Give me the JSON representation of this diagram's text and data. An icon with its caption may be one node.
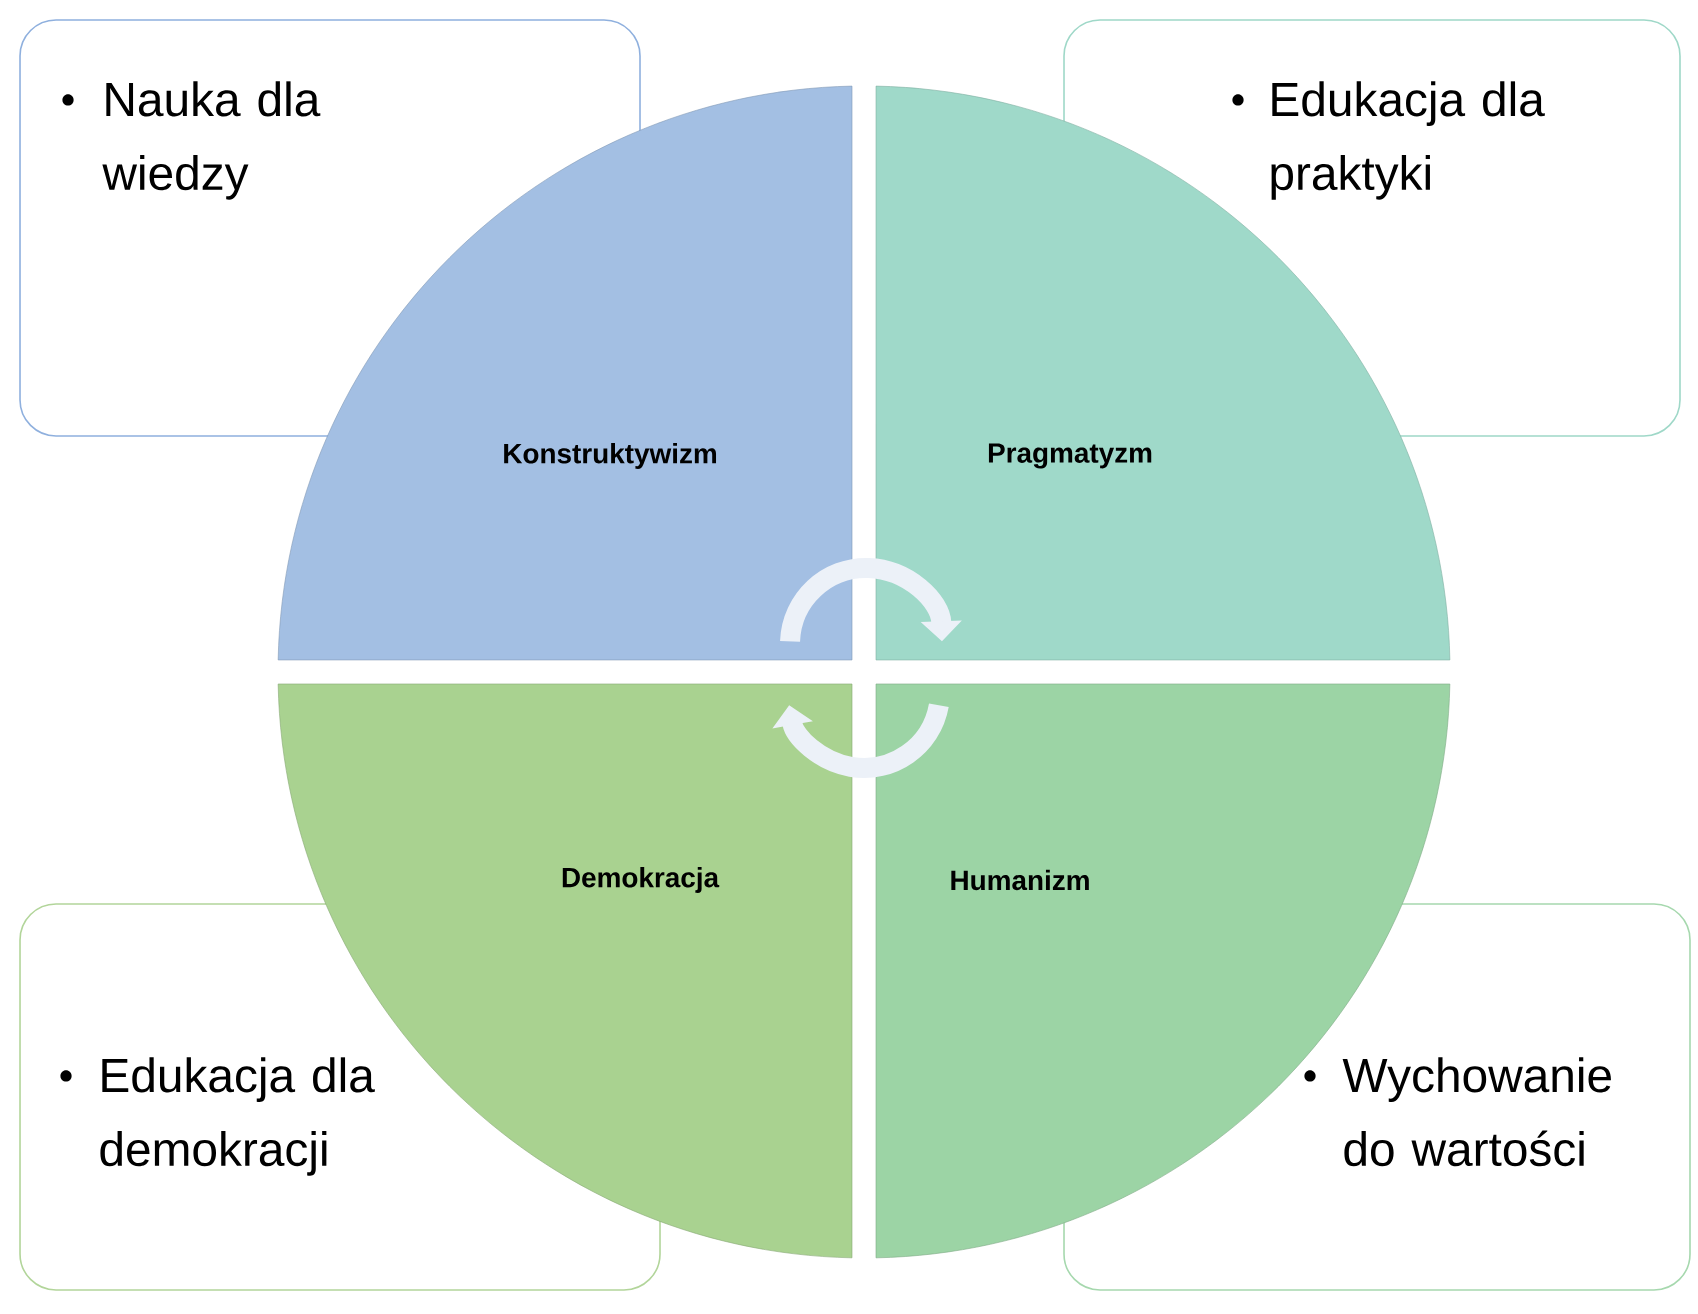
{
  "diagram": {
    "nodes": [
      {
        "text": [
          "Nauka dla wiedzy"
        ]
      },
      {
        "text": [
          "Edukacja dla praktyki"
        ]
      },
      {
        "text": [
          "Konstruktywizm"
        ]
      },
      {
        "text": [
          "Pragmatyzm"
        ]
      },
      {
        "text": [
          "Demokracja"
        ]
      },
      {
        "text": [
          "Humanizm"
        ]
      },
      {
        "text": [
          "Edukacja dla demokracji"
        ]
      },
      {
        "text": [
          "Wychowanie do wartości"
        ]
      }
    ],
    "edges": [
      {
        "from": 2,
        "to": 3,
        "arrow": "to"
      },
      {
        "from": 5,
        "to": 4,
        "arrow": "to"
      }
    ]
  }
}
